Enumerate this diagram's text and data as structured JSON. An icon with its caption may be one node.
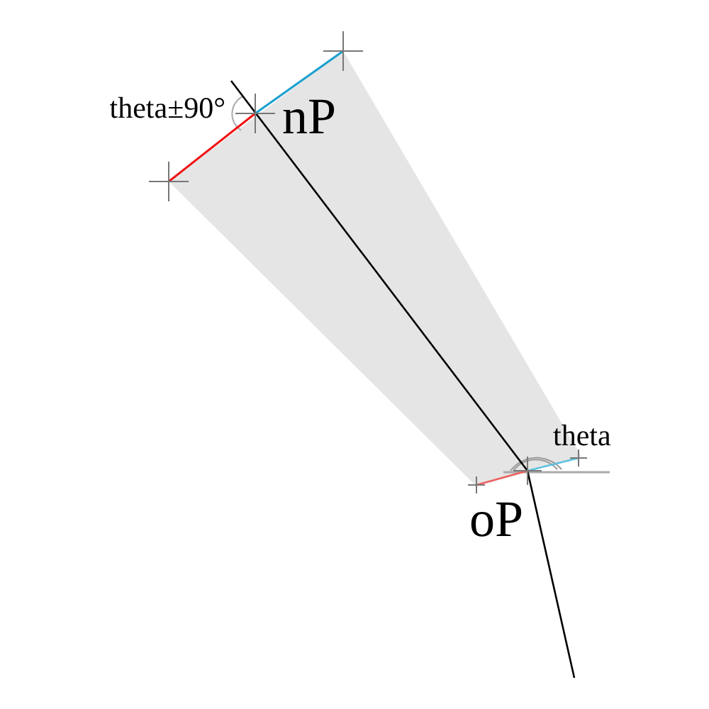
{
  "diagram": {
    "labels": [
      "theta±90°",
      "nP",
      "theta",
      "oP"
    ]
  }
}
